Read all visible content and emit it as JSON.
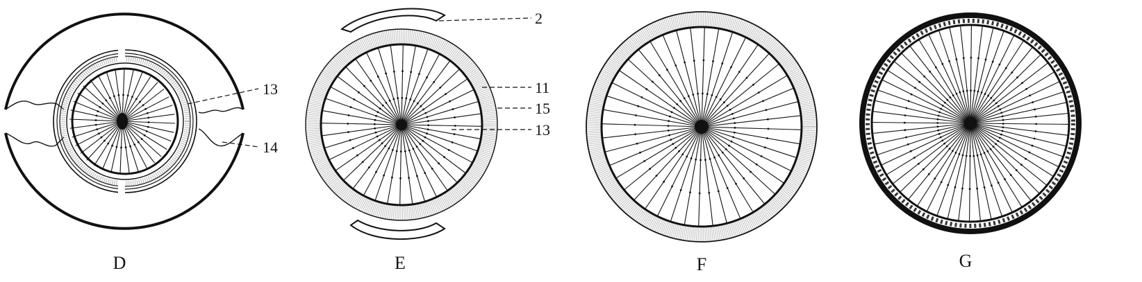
{
  "figure": {
    "panels": [
      {
        "id": "D",
        "label": "D"
      },
      {
        "id": "E",
        "label": "E"
      },
      {
        "id": "F",
        "label": "F"
      },
      {
        "id": "G",
        "label": "G"
      }
    ],
    "callouts": {
      "D": [
        "13",
        "14"
      ],
      "E": [
        "2",
        "11",
        "15",
        "13"
      ]
    }
  },
  "style": {
    "ink": "#111111",
    "paper": "#ffffff",
    "stipple": "#6b6b6b"
  }
}
